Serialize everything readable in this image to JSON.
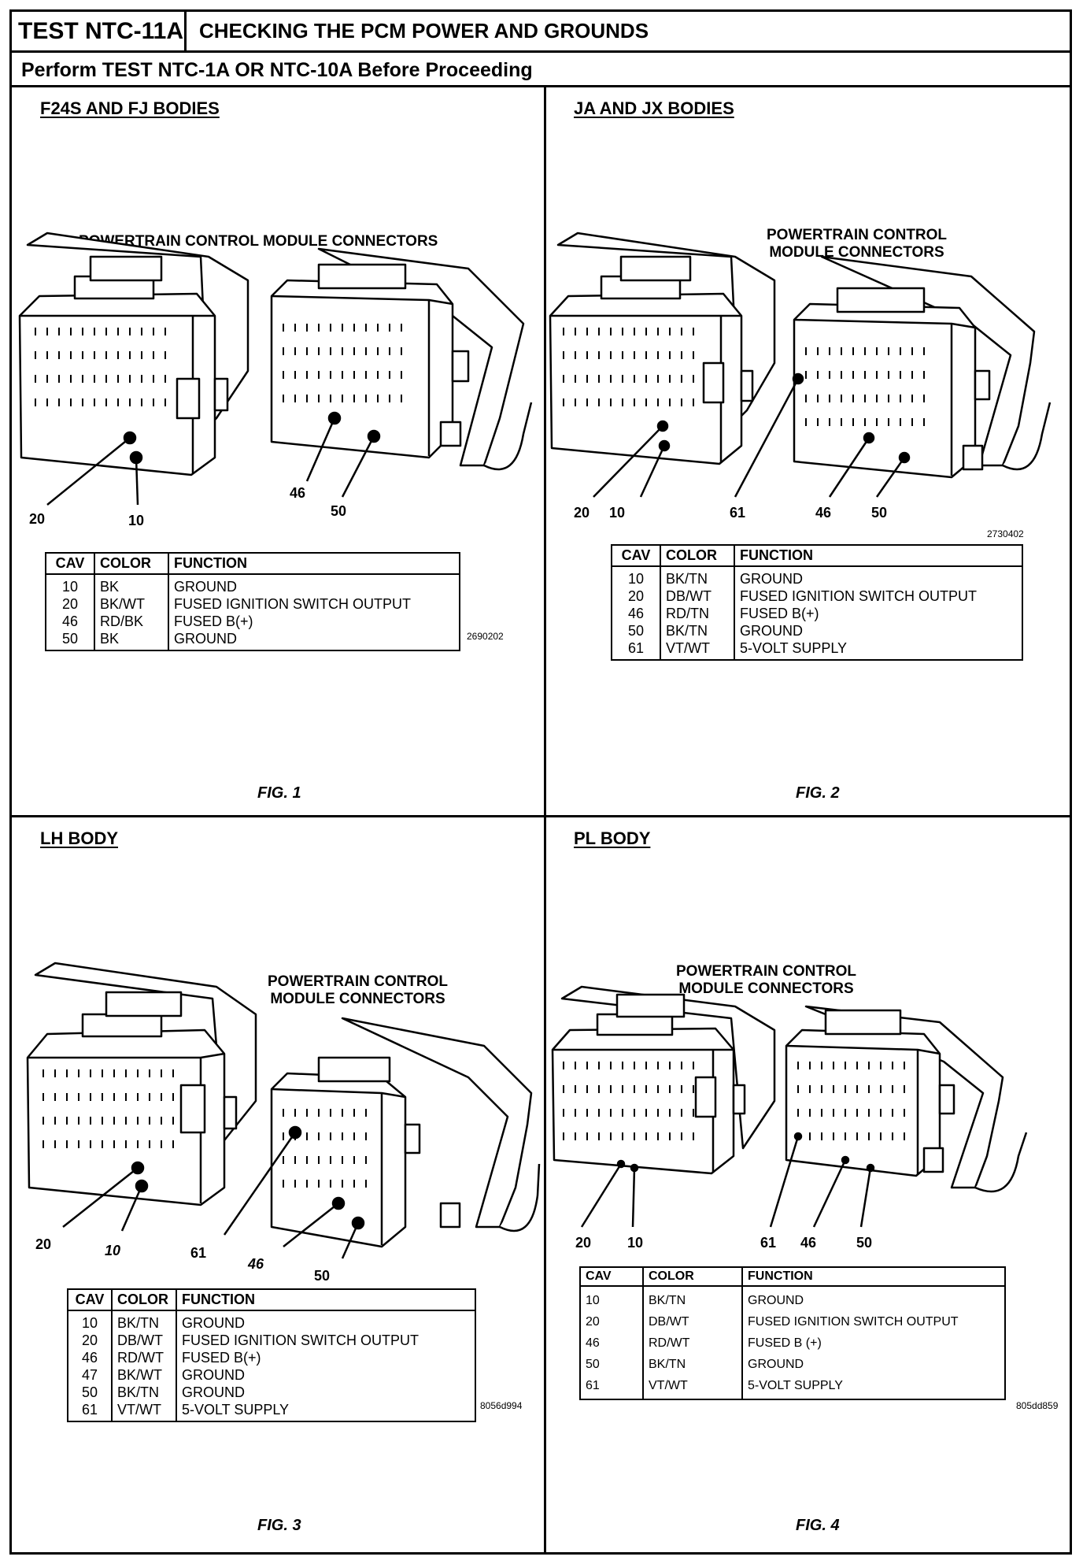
{
  "header": {
    "test_id": "TEST NTC-11A",
    "title": "CHECKING THE PCM POWER AND GROUNDS",
    "subtitle": "Perform TEST NTC-1A OR NTC-10A Before Proceeding"
  },
  "table_headers": {
    "cav": "CAV",
    "color": "COLOR",
    "function": "FUNCTION"
  },
  "panels": [
    {
      "title": "F24S AND FJ BODIES",
      "connector_label": "POWERTRAIN CONTROL MODULE CONNECTORS",
      "cavity_labels": [
        "20",
        "10",
        "46",
        "50"
      ],
      "rows": [
        {
          "cav": "10",
          "color": "BK",
          "function": "GROUND"
        },
        {
          "cav": "20",
          "color": "BK/WT",
          "function": "FUSED IGNITION SWITCH OUTPUT"
        },
        {
          "cav": "46",
          "color": "RD/BK",
          "function": "FUSED B(+)"
        },
        {
          "cav": "50",
          "color": "BK",
          "function": "GROUND"
        }
      ],
      "part_number": "2690202",
      "figure": "FIG. 1"
    },
    {
      "title": "JA AND JX BODIES",
      "connector_label": "POWERTRAIN CONTROL\nMODULE CONNECTORS",
      "cavity_labels": [
        "20",
        "10",
        "61",
        "46",
        "50"
      ],
      "rows": [
        {
          "cav": "10",
          "color": "BK/TN",
          "function": "GROUND"
        },
        {
          "cav": "20",
          "color": "DB/WT",
          "function": "FUSED IGNITION SWITCH OUTPUT"
        },
        {
          "cav": "46",
          "color": "RD/TN",
          "function": "FUSED B(+)"
        },
        {
          "cav": "50",
          "color": "BK/TN",
          "function": "GROUND"
        },
        {
          "cav": "61",
          "color": "VT/WT",
          "function": "5-VOLT SUPPLY"
        }
      ],
      "part_number": "2730402",
      "figure": "FIG. 2"
    },
    {
      "title": "LH BODY",
      "connector_label": "POWERTRAIN CONTROL\nMODULE CONNECTORS",
      "cavity_labels": [
        "20",
        "10",
        "61",
        "46",
        "50"
      ],
      "rows": [
        {
          "cav": "10",
          "color": "BK/TN",
          "function": "GROUND"
        },
        {
          "cav": "20",
          "color": "DB/WT",
          "function": "FUSED IGNITION SWITCH OUTPUT"
        },
        {
          "cav": "46",
          "color": "RD/WT",
          "function": "FUSED B(+)"
        },
        {
          "cav": "47",
          "color": "BK/WT",
          "function": "GROUND"
        },
        {
          "cav": "50",
          "color": "BK/TN",
          "function": "GROUND"
        },
        {
          "cav": "61",
          "color": "VT/WT",
          "function": "5-VOLT SUPPLY"
        }
      ],
      "part_number": "8056d994",
      "figure": "FIG. 3"
    },
    {
      "title": "PL BODY",
      "connector_label": "POWERTRAIN CONTROL\nMODULE CONNECTORS",
      "cavity_labels": [
        "20",
        "10",
        "61",
        "46",
        "50"
      ],
      "rows": [
        {
          "cav": "10",
          "color": "BK/TN",
          "function": "GROUND"
        },
        {
          "cav": "20",
          "color": "DB/WT",
          "function": "FUSED IGNITION SWITCH OUTPUT"
        },
        {
          "cav": "46",
          "color": "RD/WT",
          "function": "FUSED B (+)"
        },
        {
          "cav": "50",
          "color": "BK/TN",
          "function": "GROUND"
        },
        {
          "cav": "61",
          "color": "VT/WT",
          "function": "5-VOLT SUPPLY"
        }
      ],
      "part_number": "805dd859",
      "figure": "FIG. 4"
    }
  ]
}
